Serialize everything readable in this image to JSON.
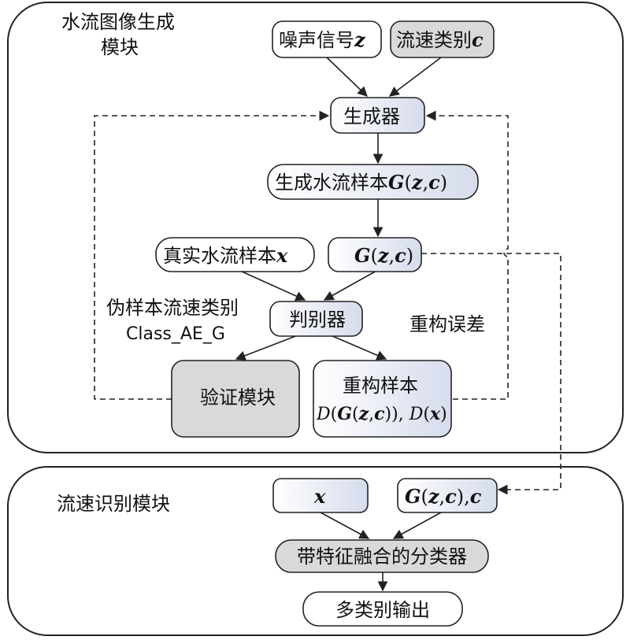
{
  "gen_module": {
    "title_line1": "水流图像生成",
    "title_line2": "模块"
  },
  "rec_module": {
    "title": "流速识别模块"
  },
  "nodes": {
    "noise": {
      "text": "噪声信号",
      "var": "z"
    },
    "class": {
      "text": "流速类别",
      "var": "c"
    },
    "generator": {
      "text": "生成器"
    },
    "gen_sample": {
      "text": "生成水流样本",
      "fn": "G",
      "open": "(",
      "a": "z",
      "comma": ",",
      "b": "c",
      "close": ")"
    },
    "real": {
      "text": "真实水流样本",
      "var": "x"
    },
    "gzc": {
      "fn": "G",
      "open": "(",
      "a": "z",
      "comma": ",",
      "b": "c",
      "close": ")"
    },
    "disc": {
      "text": "判别器"
    },
    "verify": {
      "text": "验证模块"
    },
    "recon": {
      "line1": "重构样本",
      "d1": "D",
      "p1": "(",
      "g": "G",
      "p2": "(",
      "z": "z",
      "cm": ",",
      "c": "c",
      "p3": "))",
      "sep": ", ",
      "d2": "D",
      "p4": "(",
      "x": "x",
      "p5": ")"
    },
    "x_in": {
      "var": "x"
    },
    "gzc_c": {
      "fn": "G",
      "open": "(",
      "a": "z",
      "comma": ",",
      "b": "c",
      "close": "),",
      "c2": "c"
    },
    "classifier": {
      "text": "带特征融合的分类器"
    },
    "output": {
      "text": "多类别输出"
    }
  },
  "annotations": {
    "fake_class_line1": "伪样本流速类别",
    "fake_class_line2": "Class_AE_G",
    "recon_error": "重构误差"
  },
  "colors": {
    "grey_fill": "#d9d9d9",
    "gradient_start": "#ffffff",
    "gradient_end": "#d6dcec",
    "stroke": "#222222"
  }
}
